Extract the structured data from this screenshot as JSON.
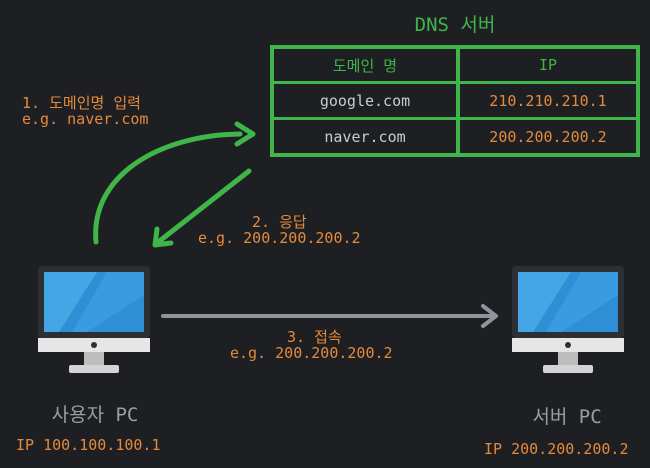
{
  "dns_server": {
    "title": "DNS 서버",
    "headers": [
      "도메인 명",
      "IP"
    ],
    "rows": [
      [
        "google.com",
        "210.210.210.1"
      ],
      [
        "naver.com",
        "200.200.200.2"
      ]
    ]
  },
  "step1": {
    "label": "1. 도메인명 입력",
    "example": "e.g. naver.com"
  },
  "step2": {
    "label": "2. 응답",
    "example": "e.g. 200.200.200.2"
  },
  "step3": {
    "label": "3. 접속",
    "example": "e.g. 200.200.200.2"
  },
  "user_pc": {
    "label": "사용자 PC",
    "ip": "IP 100.100.100.1"
  },
  "server_pc": {
    "label": "서버 PC",
    "ip": "IP 200.200.200.2"
  },
  "colors": {
    "accent_green": "#3fb54a",
    "accent_orange": "#e58a3b",
    "arrow_gray": "#8e949c",
    "background": "#1e1f22"
  },
  "icons": [
    "desktop-monitor-icon",
    "desktop-monitor-icon"
  ]
}
